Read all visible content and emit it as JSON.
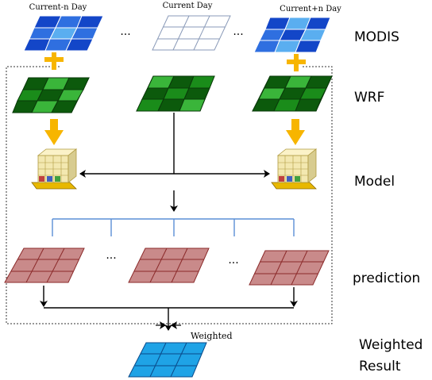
{
  "day_labels": {
    "left": "Current-n Day",
    "center": "Current Day",
    "right": "Current+n Day"
  },
  "row_labels": {
    "modis": "MODIS",
    "wrf": "WRF",
    "model": "Model",
    "prediction": "prediction",
    "weighted_line1": "Weighted",
    "weighted_line2": "Result"
  },
  "weighted_arrow_label": "Weighted",
  "ellipsis": "···",
  "colors": {
    "modis_dark": "#1346c8",
    "modis_mid": "#2f6fe0",
    "modis_light": "#5aaef0",
    "modis_empty_border": "#7f8fb0",
    "wrf_dark": "#0c5a0c",
    "wrf_mid": "#1a8c1a",
    "wrf_light": "#3ab53a",
    "prediction_fill": "#c98a8a",
    "prediction_border": "#8b2a2a",
    "result_fill": "#1fa3e6",
    "result_border": "#0a4a8a",
    "plus_arrow": "#f7b500",
    "branch_line": "#5b8fd6",
    "dotted_box": "#333333"
  }
}
